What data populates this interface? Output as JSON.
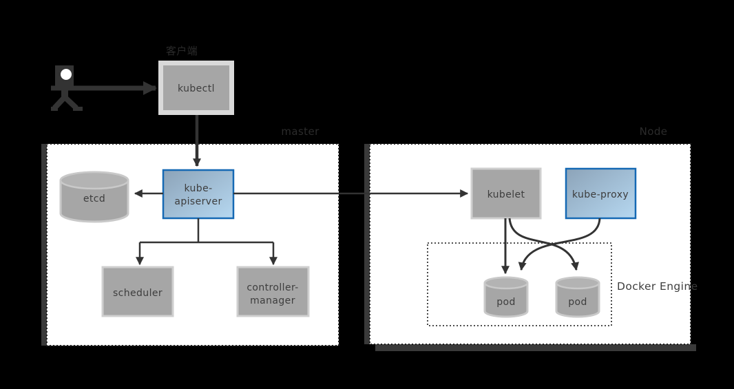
{
  "labels": {
    "client": "客户端",
    "master_section": "master",
    "node_section": "Node",
    "docker_engine": "Docker Engine"
  },
  "components": {
    "kubectl": "kubectl",
    "etcd": "etcd",
    "kube_apiserver_line1": "kube-",
    "kube_apiserver_line2": "apiserver",
    "scheduler": "scheduler",
    "controller_manager_line1": "controller-",
    "controller_manager_line2": "manager",
    "kubelet": "kubelet",
    "kube_proxy": "kube-proxy",
    "pod_left": "pod",
    "pod_right": "pod"
  },
  "colors": {
    "background": "#000000",
    "panel_fill": "#ffffff",
    "dotted_border": "#1f1f1f",
    "gray_box_fill": "#a6a6a6",
    "gray_box_border": "#cfcfcf",
    "blue_box_border": "#1569b4",
    "blue_gradient_start": "#8ca3b8",
    "blue_gradient_end": "#b6d8f1",
    "arrow": "#333333",
    "box_text": "#3d3d3d",
    "section_label_text": "#2b2b2b",
    "shadow_band": "#3a3a3a"
  }
}
